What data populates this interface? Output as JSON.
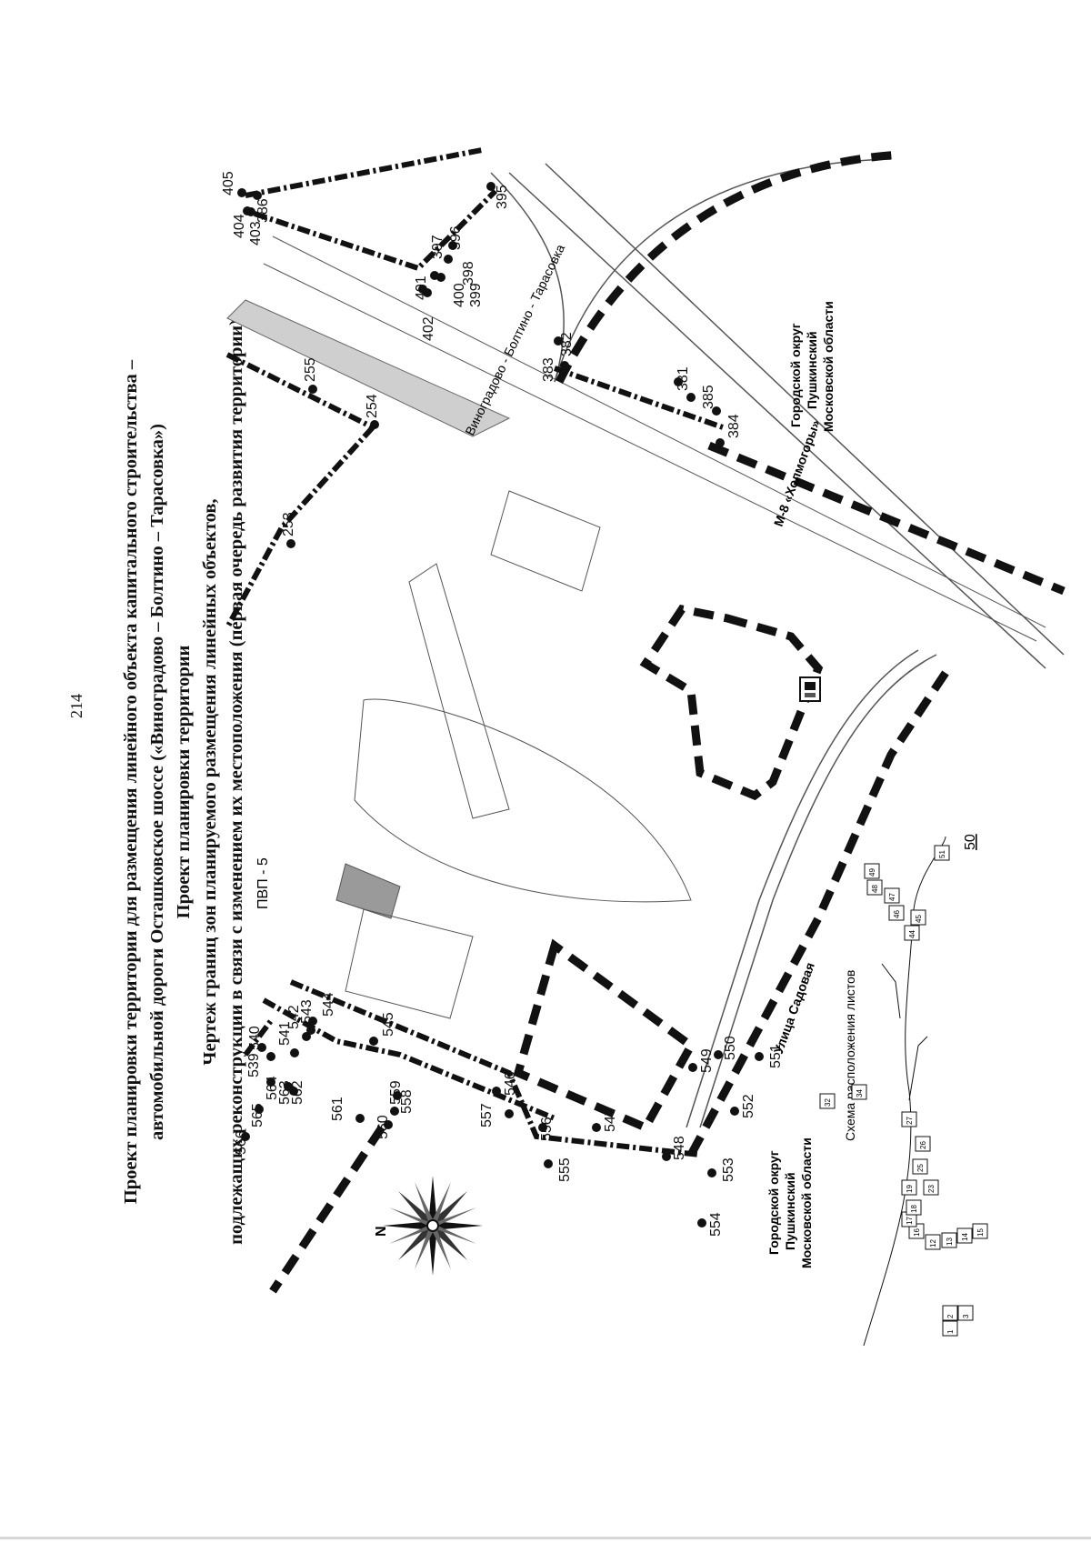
{
  "page_number": "214",
  "title": {
    "line1": "Проект планировки территории для размещения линейного объекта капитального строительства –",
    "line2": "автомобильной дороги Осташковское шоссе («Виноградово – Болтино – Тарасовка»)",
    "line3": "Проект планировки территории",
    "line4": "Чертеж границ зон планируемого размещения линейных объектов,",
    "line5": "подлежащих реконструкции в связи с изменением их местоположения (первая очередь развития территории)"
  },
  "map": {
    "compass_letter": "N",
    "roads": {
      "m8": "М-8 «Холмогоры»",
      "boltino": "Виноградово - Болтино - Тарасовка",
      "sadovaya": "Улица Садовая",
      "pvp": "ПВП - 5"
    },
    "municipality_east": {
      "line1": "Городской округ",
      "line2": "Пушкинский",
      "line3": "Московской области"
    },
    "municipality_south": {
      "line1": "Городской округ",
      "line2": "Пушкинский",
      "line3": "Московской области"
    },
    "points": {
      "p253": "253",
      "p254": "254",
      "p255": "255",
      "p381": "381",
      "p382": "382",
      "p383": "383",
      "p384": "384",
      "p385": "385",
      "p386": "386",
      "p395": "395",
      "p396": "396",
      "p397": "397",
      "p398": "398",
      "p399": "399",
      "p400": "400",
      "p401": "401",
      "p402": "402",
      "p403": "403",
      "p404": "404",
      "p405": "405",
      "p539": "539",
      "p540": "540",
      "p541": "541",
      "p542": "542",
      "p543": "543",
      "p544": "544",
      "p545": "545",
      "p546": "546",
      "p547": "547",
      "p548": "548",
      "p549": "549",
      "p550": "550",
      "p551": "551",
      "p552": "552",
      "p553": "553",
      "p554": "554",
      "p555": "555",
      "p556": "556",
      "p557": "557",
      "p558": "558",
      "p559": "559",
      "p560": "560",
      "p561": "561",
      "p562": "562",
      "p563": "563",
      "p564": "564",
      "p565": "565",
      "p566": "566"
    },
    "index_caption": "Схема расположения листов",
    "index_current": "50",
    "index_sheets": [
      "1",
      "2",
      "3",
      "12",
      "13",
      "14",
      "15",
      "16",
      "17",
      "18",
      "19",
      "23",
      "25",
      "26",
      "27",
      "32",
      "34",
      "44",
      "45",
      "46",
      "47",
      "48",
      "49",
      "51"
    ]
  }
}
